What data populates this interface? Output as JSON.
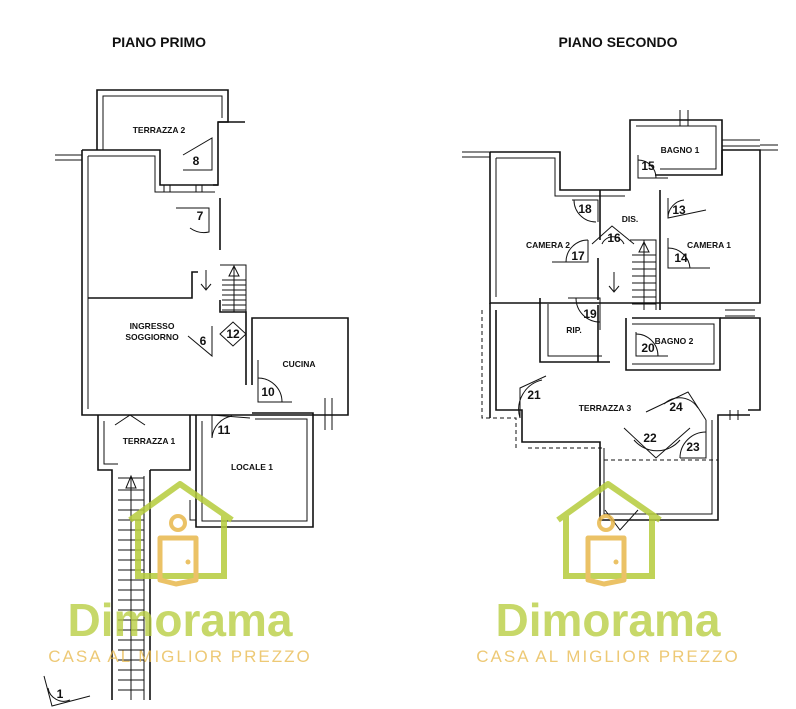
{
  "titles": {
    "left": "PIANO PRIMO",
    "right": "PIANO SECONDO"
  },
  "rooms": {
    "terrazza2": "TERRAZZA 2",
    "ingresso_line1": "INGRESSO",
    "ingresso_line2": "SOGGIORNO",
    "cucina": "CUCINA",
    "terrazza1": "TERRAZZA 1",
    "locale1": "LOCALE 1",
    "bagno1": "BAGNO 1",
    "dis": "DIS.",
    "camera2": "CAMERA 2",
    "camera1": "CAMERA 1",
    "rip": "RIP.",
    "bagno2": "BAGNO 2",
    "terrazza3": "TERRAZZA 3"
  },
  "viewpoints": [
    "1",
    "6",
    "7",
    "8",
    "10",
    "11",
    "12",
    "13",
    "14",
    "15",
    "16",
    "17",
    "18",
    "19",
    "20",
    "21",
    "22",
    "23",
    "24"
  ],
  "watermark": {
    "brand": "Dimorama",
    "slogan": "CASA AL MIGLIOR PREZZO",
    "color_green": "#b6cc3c",
    "color_orange": "#e8b84c"
  },
  "icons": [
    "house-logo-icon",
    "door-icon",
    "stair-arrow-icon",
    "view-angle-icon"
  ]
}
